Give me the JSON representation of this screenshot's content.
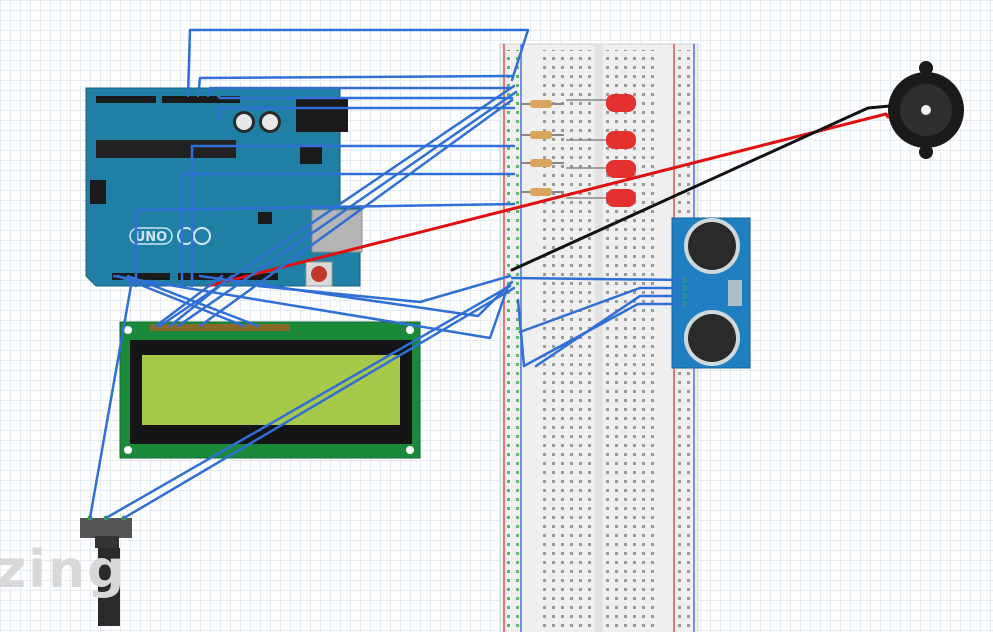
{
  "canvas": {
    "grid_color": "#e6ecf3",
    "background": "#ffffff"
  },
  "watermark": {
    "text": "zing"
  },
  "arduino": {
    "board_label": "UNO",
    "board_color": "#1f7fa5",
    "logo_icon": "infinity-icon"
  },
  "breadboard": {
    "rail_red": "#e05050",
    "rail_blue": "#5070e0"
  },
  "lcd": {
    "screen_color": "#a8c84a",
    "pcb_color": "#1a8a3a"
  },
  "leds": {
    "count": 4,
    "color": "#e53030"
  },
  "ultrasonic_sensor": {
    "board_color": "#1f7fc0"
  },
  "buzzer": {
    "body_color": "#1a1a1a"
  },
  "potentiometer": {
    "body_color": "#2a2a2a"
  },
  "wires": {
    "signal": "#2f6fd6",
    "power": "#e01010",
    "ground": "#111111"
  }
}
